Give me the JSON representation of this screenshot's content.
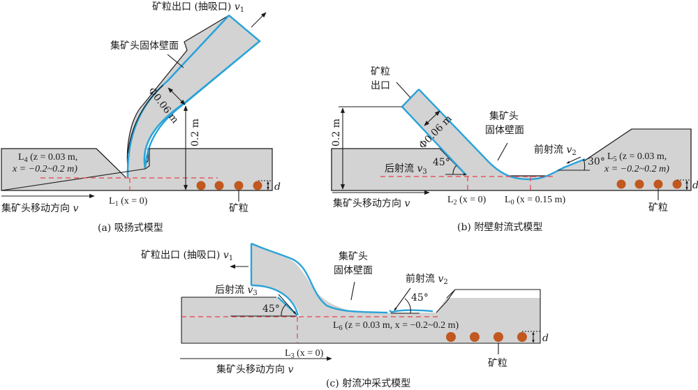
{
  "colors": {
    "body_fill": "#d3d3d3",
    "wall_stroke": "#2aa3d8",
    "dashed_reference": "#e8404a",
    "particle": "#c0581f"
  },
  "panel_a": {
    "outlet_label": "矿粒出口 (抽吸口) ",
    "outlet_velocity": "v",
    "outlet_velocity_sub": "1",
    "wall_label": "集矿头固体壁面",
    "diameter_label": "Φ0.06 m",
    "height_label": "0.2 m",
    "line_label_main": "L",
    "line_label_sub": "4",
    "line_label_rest1": " (z = 0.03 m,",
    "line_label_rest2": "x = −0.2~0.2 m)",
    "position_label_main": "L",
    "position_label_sub": "1",
    "position_label_rest": " (x = 0)",
    "move_label": "集矿头移动方向 ",
    "move_var": "v",
    "particle_label": "矿粒",
    "gap_label": "d",
    "caption": "(a)  吸扬式模型"
  },
  "panel_b": {
    "outlet_label_1": "矿粒",
    "outlet_label_2": "出口",
    "wall_label_1": "集矿头",
    "wall_label_2": "固体壁面",
    "diameter_label": "Φ0.06 m",
    "height_label": "0.2 m",
    "rear_jet_label": "后射流 ",
    "rear_jet_var": "v",
    "rear_jet_sub": "3",
    "rear_angle": "45°",
    "front_jet_label": "前射流 ",
    "front_jet_var": "v",
    "front_jet_sub": "2",
    "front_angle": "30°",
    "line_label_main": "L",
    "line_label_sub": "5",
    "line_label_rest1": " (z = 0.03 m,",
    "line_label_rest2": "x = −0.2~0.2 m)",
    "pos1_main": "L",
    "pos1_sub": "2",
    "pos1_rest": " (x = 0)",
    "pos2_main": "L",
    "pos2_sub": "0",
    "pos2_rest": " (x = 0.15 m)",
    "move_label": "集矿头移动方向 ",
    "move_var": "v",
    "particle_label": "矿粒",
    "gap_label": "d",
    "caption": "(b)  附壁射流式模型"
  },
  "panel_c": {
    "outlet_label": "矿粒出口 (抽吸口) ",
    "outlet_velocity": "v",
    "outlet_velocity_sub": "1",
    "wall_label_1": "集矿头",
    "wall_label_2": "固体壁面",
    "rear_jet_label": "后射流 ",
    "rear_jet_var": "v",
    "rear_jet_sub": "3",
    "rear_angle": "45°",
    "front_jet_label": "前射流 ",
    "front_jet_var": "v",
    "front_jet_sub": "2",
    "front_angle": "45°",
    "line_label": "L",
    "line_label_sub": "6",
    "line_label_rest": " (z = 0.03 m, x = −0.2~0.2 m)",
    "pos_main": "L",
    "pos_sub": "3",
    "pos_rest": " (x = 0)",
    "move_label": "集矿头移动方向 ",
    "move_var": "v",
    "particle_label": "矿粒",
    "gap_label": "d",
    "caption": "(c)  射流冲采式模型"
  }
}
